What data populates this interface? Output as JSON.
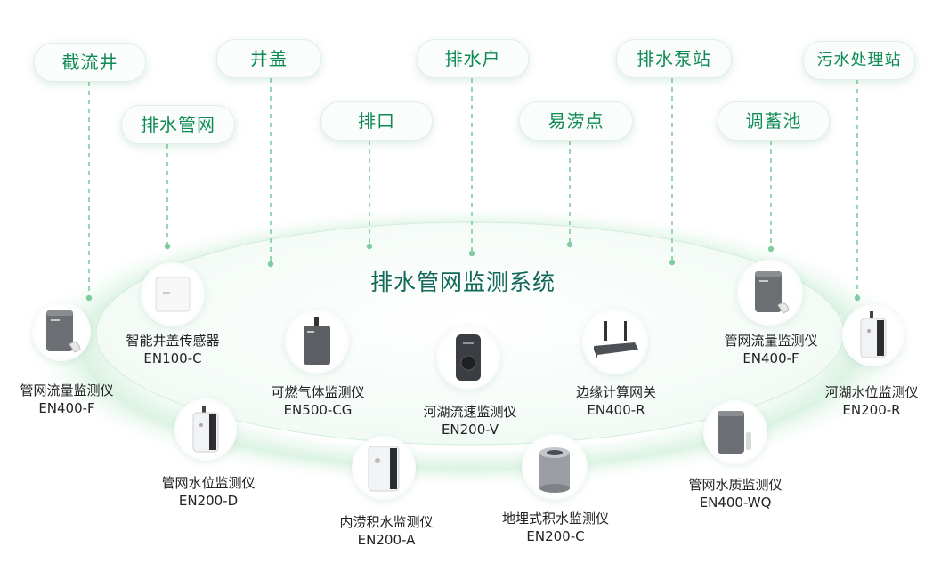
{
  "title": "排水管网监测系统",
  "scenarios": [
    {
      "id": "jieliujing",
      "label": "截流井"
    },
    {
      "id": "jinggai",
      "label": "井盖"
    },
    {
      "id": "paishuihu",
      "label": "排水户"
    },
    {
      "id": "paishuibengzhan",
      "label": "排水泵站"
    },
    {
      "id": "wushuichulizhan",
      "label": "污水处理站"
    },
    {
      "id": "paishuiguanwang",
      "label": "排水管网"
    },
    {
      "id": "paikou",
      "label": "排口"
    },
    {
      "id": "yilaodian",
      "label": "易涝点"
    },
    {
      "id": "tiaoxuchi",
      "label": "调蓄池"
    }
  ],
  "devices": [
    {
      "id": "flow-left",
      "name": "管网流量监测仪",
      "model": "EN400-F"
    },
    {
      "id": "cover",
      "name": "智能井盖传感器",
      "model": "EN100-C"
    },
    {
      "id": "gas",
      "name": "可燃气体监测仪",
      "model": "EN500-CG"
    },
    {
      "id": "river-speed",
      "name": "河湖流速监测仪",
      "model": "EN200-V"
    },
    {
      "id": "gateway",
      "name": "边缘计算网关",
      "model": "EN400-R"
    },
    {
      "id": "flow-right",
      "name": "管网流量监测仪",
      "model": "EN400-F"
    },
    {
      "id": "river-level",
      "name": "河湖水位监测仪",
      "model": "EN200-R"
    },
    {
      "id": "pipe-level",
      "name": "管网水位监测仪",
      "model": "EN200-D"
    },
    {
      "id": "waterlogging",
      "name": "内涝积水监测仪",
      "model": "EN200-A"
    },
    {
      "id": "buried",
      "name": "地埋式积水监测仪",
      "model": "EN200-C"
    },
    {
      "id": "quality",
      "name": "管网水质监测仪",
      "model": "EN400-WQ"
    }
  ],
  "colors": {
    "accent": "#0f8a55",
    "title": "#12695a",
    "ring": "#dff3e6"
  }
}
